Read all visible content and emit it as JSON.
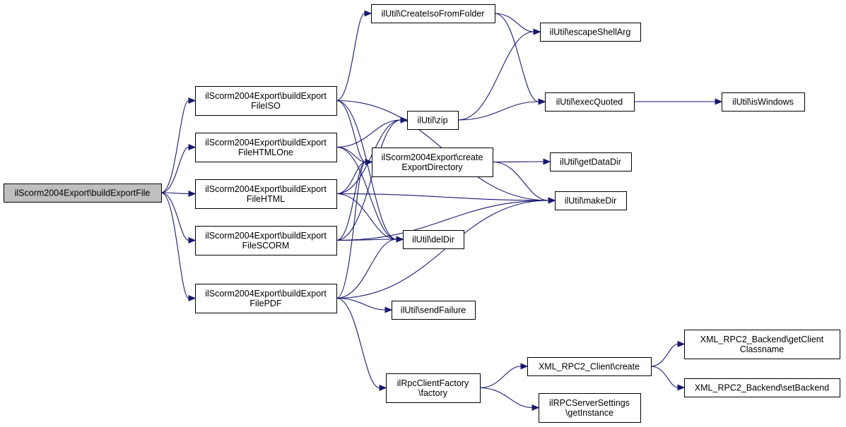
{
  "graph": {
    "nodes": [
      {
        "id": "root",
        "label": [
          "ilScorm2004Export\\buildExportFile"
        ],
        "root": true
      },
      {
        "id": "iso",
        "label": [
          "ilScorm2004Export\\buildExport",
          "FileISO"
        ]
      },
      {
        "id": "htmlone",
        "label": [
          "ilScorm2004Export\\buildExport",
          "FileHTMLOne"
        ]
      },
      {
        "id": "html",
        "label": [
          "ilScorm2004Export\\buildExport",
          "FileHTML"
        ]
      },
      {
        "id": "scorm",
        "label": [
          "ilScorm2004Export\\buildExport",
          "FileSCORM"
        ]
      },
      {
        "id": "pdf",
        "label": [
          "ilScorm2004Export\\buildExport",
          "FilePDF"
        ]
      },
      {
        "id": "createiso",
        "label": [
          "ilUtil\\CreateIsoFromFolder"
        ]
      },
      {
        "id": "zip",
        "label": [
          "ilUtil\\zip"
        ]
      },
      {
        "id": "createexp",
        "label": [
          "ilScorm2004Export\\create",
          "ExportDirectory"
        ]
      },
      {
        "id": "deldir",
        "label": [
          "ilUtil\\delDir"
        ]
      },
      {
        "id": "sendfail",
        "label": [
          "ilUtil\\sendFailure"
        ]
      },
      {
        "id": "rpcfactory",
        "label": [
          "ilRpcClientFactory",
          "\\factory"
        ]
      },
      {
        "id": "escape",
        "label": [
          "ilUtil\\escapeShellArg"
        ]
      },
      {
        "id": "execq",
        "label": [
          "ilUtil\\execQuoted"
        ]
      },
      {
        "id": "getdata",
        "label": [
          "ilUtil\\getDataDir"
        ]
      },
      {
        "id": "makedir",
        "label": [
          "ilUtil\\makeDir"
        ]
      },
      {
        "id": "xmlcreate",
        "label": [
          "XML_RPC2_Client\\create"
        ]
      },
      {
        "id": "rpcsettings",
        "label": [
          "ilRPCServerSettings",
          "\\getInstance"
        ]
      },
      {
        "id": "iswin",
        "label": [
          "ilUtil\\isWindows"
        ]
      },
      {
        "id": "getclient",
        "label": [
          "XML_RPC2_Backend\\getClient",
          "Classname"
        ]
      },
      {
        "id": "setbackend",
        "label": [
          "XML_RPC2_Backend\\setBackend"
        ]
      }
    ],
    "edges": [
      [
        "root",
        "iso"
      ],
      [
        "root",
        "htmlone"
      ],
      [
        "root",
        "html"
      ],
      [
        "root",
        "scorm"
      ],
      [
        "root",
        "pdf"
      ],
      [
        "iso",
        "createiso"
      ],
      [
        "iso",
        "makedir"
      ],
      [
        "iso",
        "createexp"
      ],
      [
        "iso",
        "deldir"
      ],
      [
        "htmlone",
        "zip"
      ],
      [
        "htmlone",
        "createexp"
      ],
      [
        "htmlone",
        "deldir"
      ],
      [
        "html",
        "zip"
      ],
      [
        "html",
        "createexp"
      ],
      [
        "html",
        "makedir"
      ],
      [
        "html",
        "deldir"
      ],
      [
        "scorm",
        "zip"
      ],
      [
        "scorm",
        "createexp"
      ],
      [
        "scorm",
        "deldir"
      ],
      [
        "scorm",
        "makedir"
      ],
      [
        "pdf",
        "createexp"
      ],
      [
        "pdf",
        "deldir"
      ],
      [
        "pdf",
        "sendfail"
      ],
      [
        "pdf",
        "makedir"
      ],
      [
        "pdf",
        "rpcfactory"
      ],
      [
        "createiso",
        "escape"
      ],
      [
        "createiso",
        "execq"
      ],
      [
        "zip",
        "escape"
      ],
      [
        "zip",
        "execq"
      ],
      [
        "createexp",
        "getdata"
      ],
      [
        "createexp",
        "makedir"
      ],
      [
        "execq",
        "iswin"
      ],
      [
        "rpcfactory",
        "xmlcreate"
      ],
      [
        "rpcfactory",
        "rpcsettings"
      ],
      [
        "xmlcreate",
        "getclient"
      ],
      [
        "xmlcreate",
        "setbackend"
      ]
    ]
  }
}
